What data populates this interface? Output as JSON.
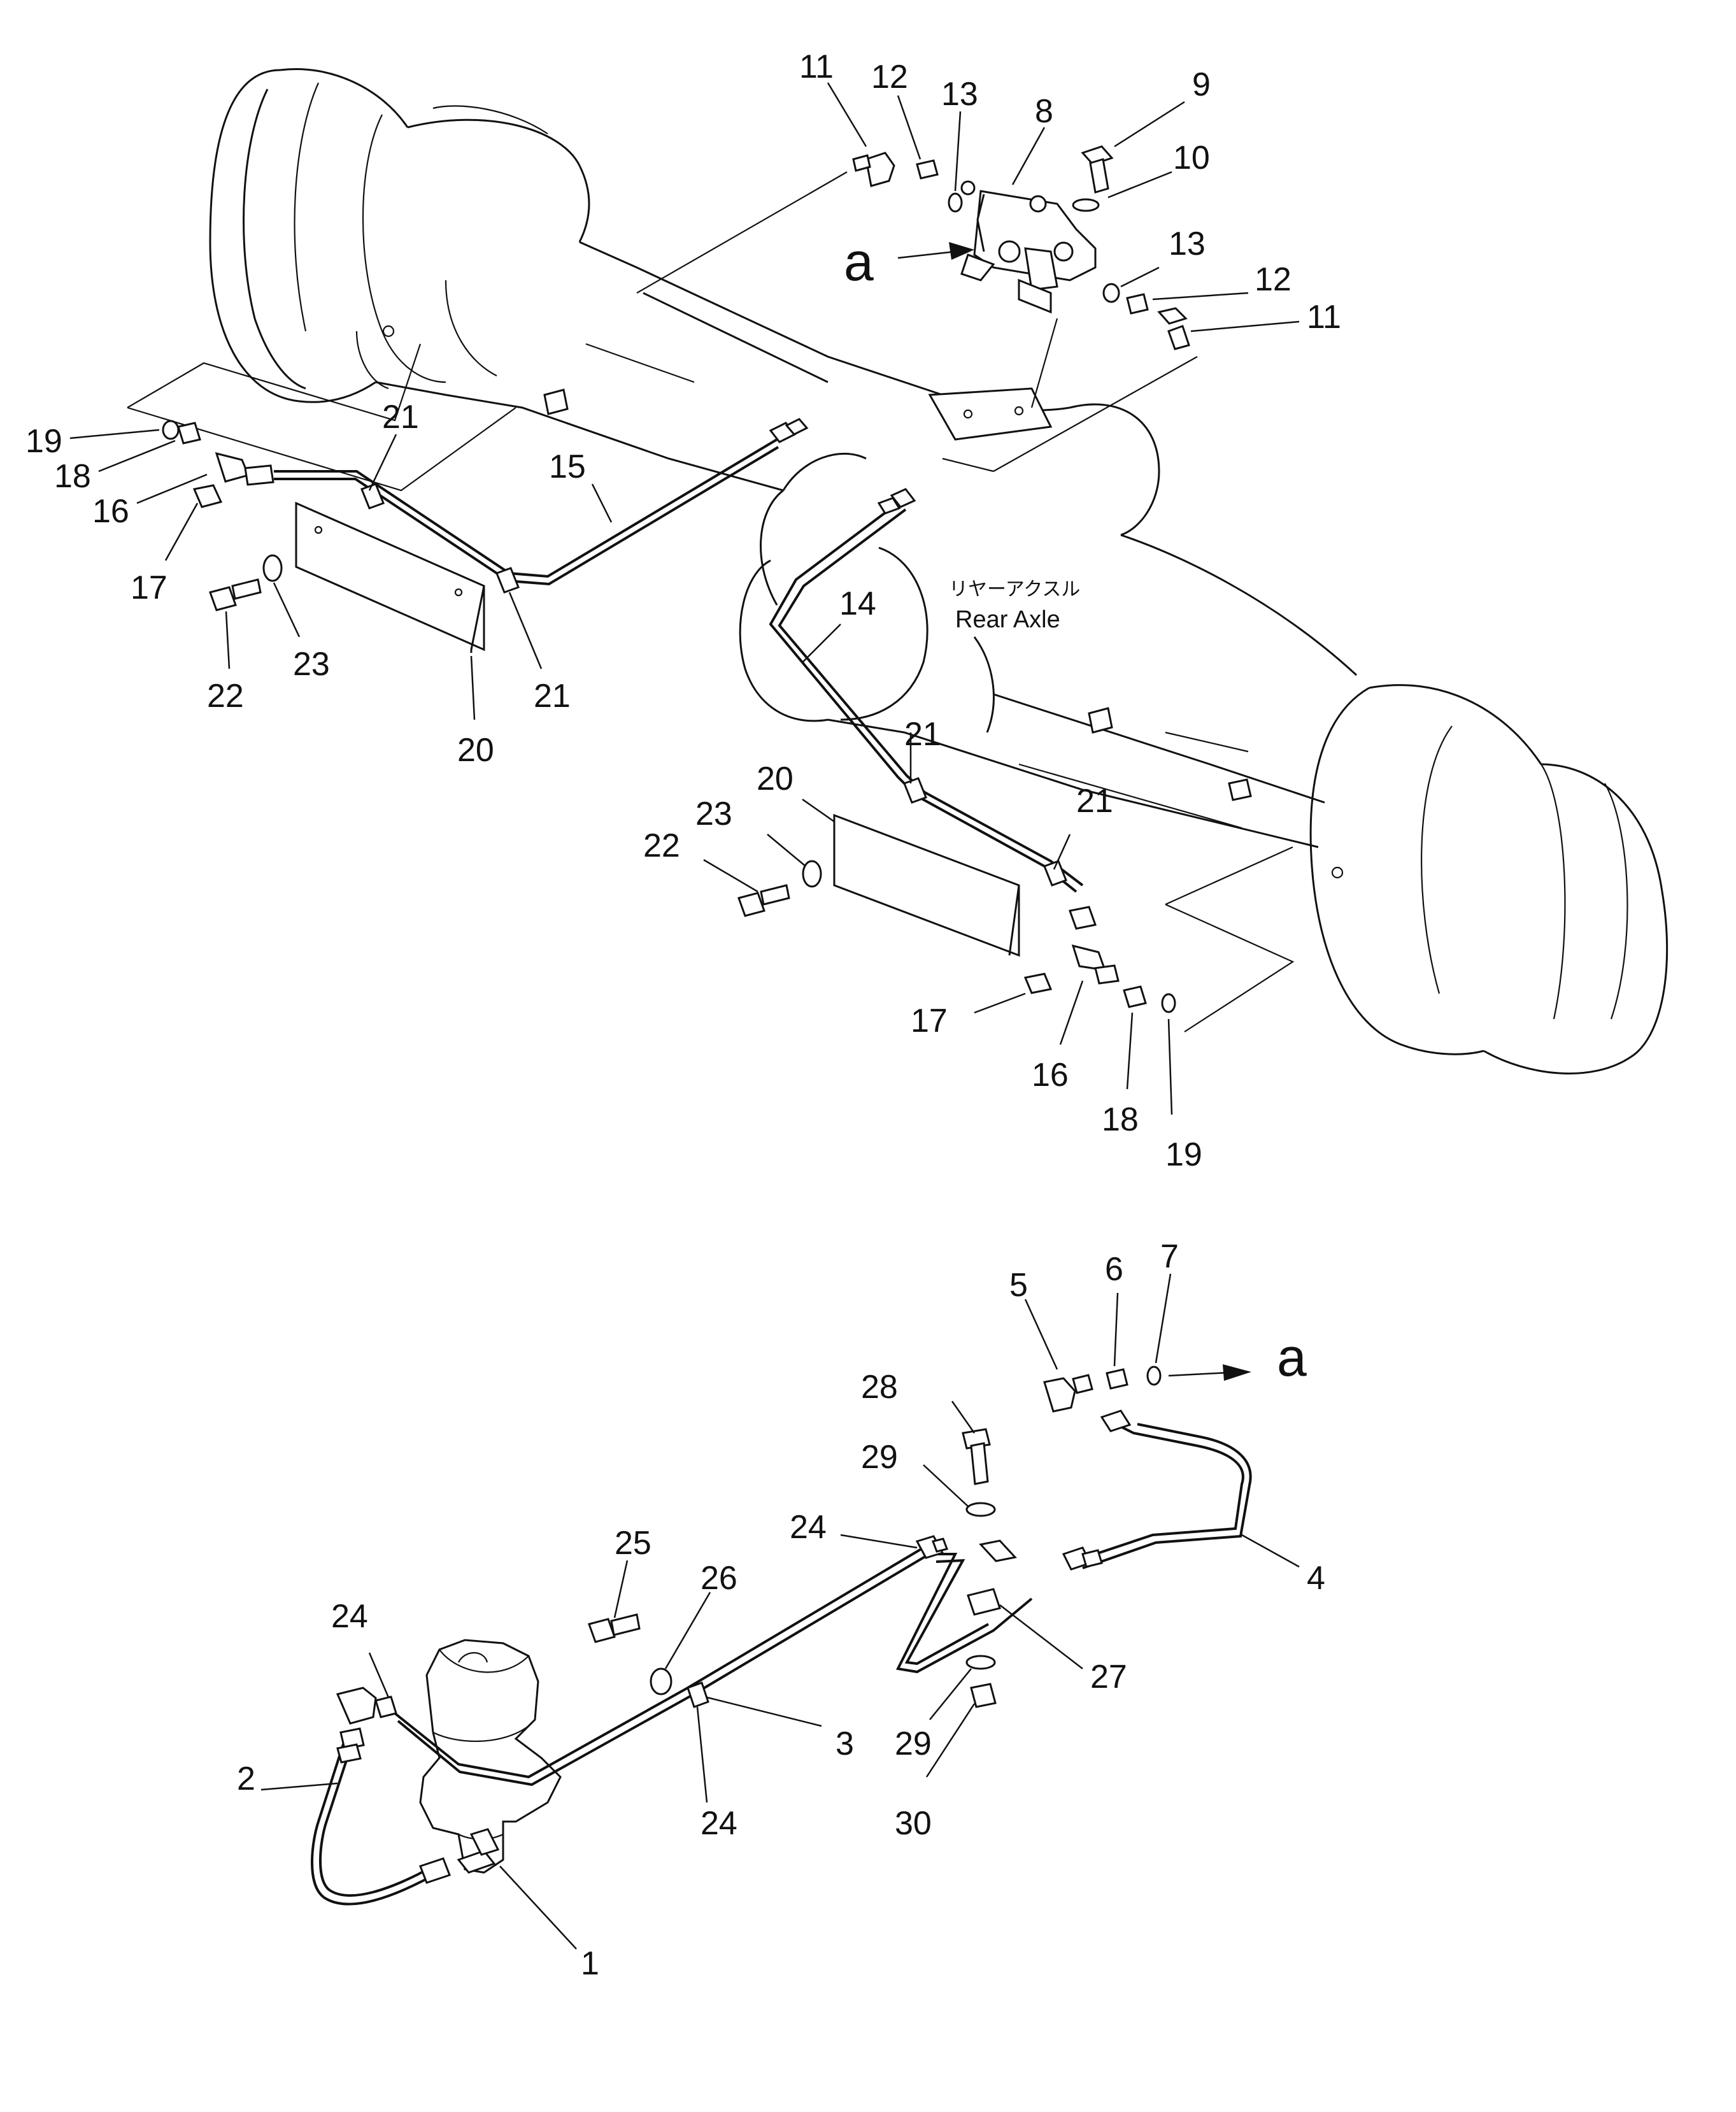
{
  "diagram": {
    "axle_label_jp": "リヤーアクスル",
    "axle_label_en": "Rear Axle",
    "ref_letter_a_upper": "a",
    "ref_letter_a_lower": "a",
    "upper_labels": {
      "n11a": "11",
      "n12a": "12",
      "n13a": "13",
      "n8": "8",
      "n9": "9",
      "n10": "10",
      "n13b": "13",
      "n12b": "12",
      "n11b": "11",
      "n19a": "19",
      "n18a": "18",
      "n16a": "16",
      "n17a": "17",
      "n21a": "21",
      "n15": "15",
      "n22a": "22",
      "n23a": "23",
      "n21b": "21",
      "n20a": "20",
      "n14": "14",
      "n21c": "21",
      "n20b": "20",
      "n23b": "23",
      "n22b": "22",
      "n21d": "21",
      "n17b": "17",
      "n16b": "16",
      "n18b": "18",
      "n19b": "19"
    },
    "lower_labels": {
      "n5": "5",
      "n6": "6",
      "n7": "7",
      "n28": "28",
      "n29a": "29",
      "n24a": "24",
      "n25": "25",
      "n26": "26",
      "n4": "4",
      "n24b": "24",
      "n27": "27",
      "n3": "3",
      "n29b": "29",
      "n2": "2",
      "n24c": "24",
      "n30": "30",
      "n1": "1"
    }
  }
}
